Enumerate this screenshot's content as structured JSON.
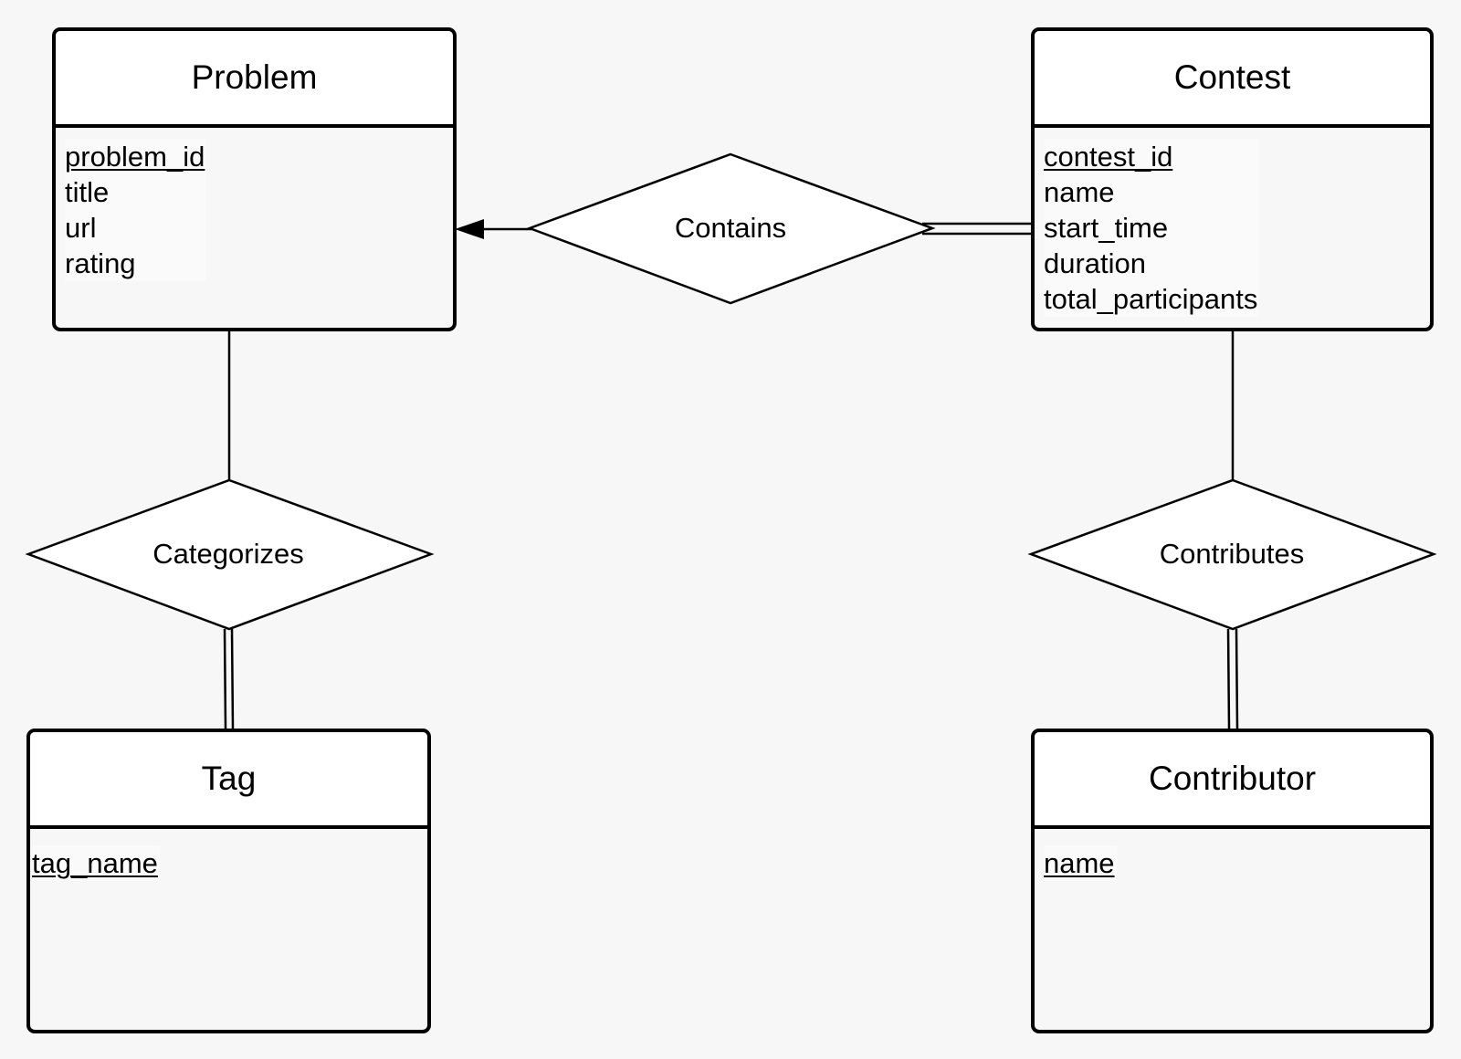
{
  "entities": {
    "problem": {
      "name": "Problem",
      "attributes": [
        {
          "label": "problem_id",
          "key": true
        },
        {
          "label": "title",
          "key": false
        },
        {
          "label": "url",
          "key": false
        },
        {
          "label": "rating",
          "key": false
        }
      ]
    },
    "contest": {
      "name": "Contest",
      "attributes": [
        {
          "label": "contest_id",
          "key": true
        },
        {
          "label": "name",
          "key": false
        },
        {
          "label": "start_time",
          "key": false
        },
        {
          "label": "duration",
          "key": false
        },
        {
          "label": "total_participants",
          "key": false
        }
      ]
    },
    "tag": {
      "name": "Tag",
      "attributes": [
        {
          "label": "tag_name",
          "key": true
        }
      ]
    },
    "contributor": {
      "name": "Contributor",
      "attributes": [
        {
          "label": "name",
          "key": true
        }
      ]
    }
  },
  "relationships": {
    "contains": {
      "label": "Contains"
    },
    "categorizes": {
      "label": "Categorizes"
    },
    "contributes": {
      "label": "Contributes"
    }
  }
}
